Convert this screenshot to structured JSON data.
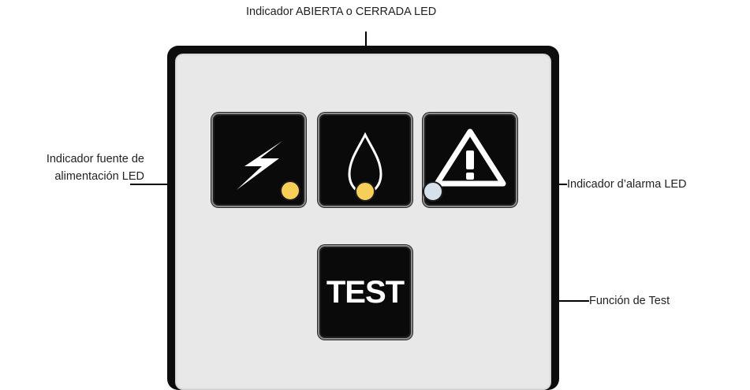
{
  "labels": {
    "top": "Indicador ABIERTA o CERRADA LED",
    "left_line1_a": "Indicador",
    "left_line1_b": " fuente de",
    "left_line2": "alimentación LED",
    "right": "Indicador d’alarma LED",
    "test": "Función de Test"
  },
  "buttons": {
    "power": {
      "icon": "lightning-bolt-icon",
      "led_color": "#f6ce58"
    },
    "valve": {
      "icon": "droplet-icon",
      "led_color": "#f6ce58"
    },
    "alarm": {
      "icon": "warning-triangle-icon",
      "led_color": "#d7e1ec"
    },
    "test": {
      "label": "TEST"
    }
  }
}
